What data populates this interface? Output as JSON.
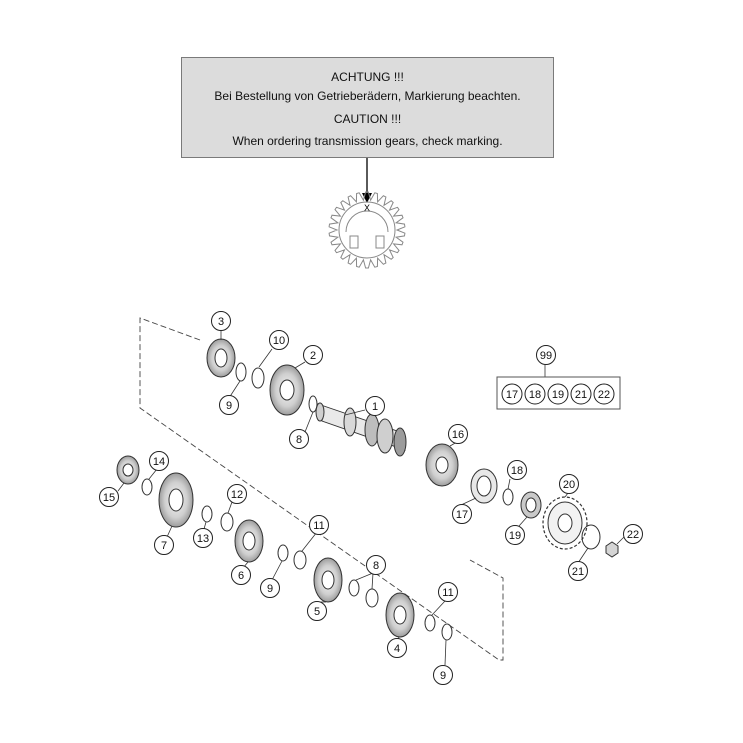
{
  "notice": {
    "line1": "ACHTUNG !!!",
    "line2": "Bei Bestellung von Getrieberädern, Markierung beachten.",
    "line3": "CAUTION !!!",
    "line4": "When ordering transmission gears, check marking."
  },
  "marking_letter": "X",
  "callouts": {
    "c1": "1",
    "c2": "2",
    "c3": "3",
    "c4": "4",
    "c5": "5",
    "c6": "6",
    "c7": "7",
    "c8a": "8",
    "c8b": "8",
    "c9a": "9",
    "c9b": "9",
    "c9c": "9",
    "c10": "10",
    "c11a": "11",
    "c11b": "11",
    "c12": "12",
    "c13": "13",
    "c14": "14",
    "c15": "15",
    "c16": "16",
    "c17": "17",
    "c18": "18",
    "c19": "19",
    "c20": "20",
    "c21": "21",
    "c22": "22",
    "c99": "99",
    "k17": "17",
    "k18": "18",
    "k19": "19",
    "k21": "21",
    "k22": "22"
  }
}
